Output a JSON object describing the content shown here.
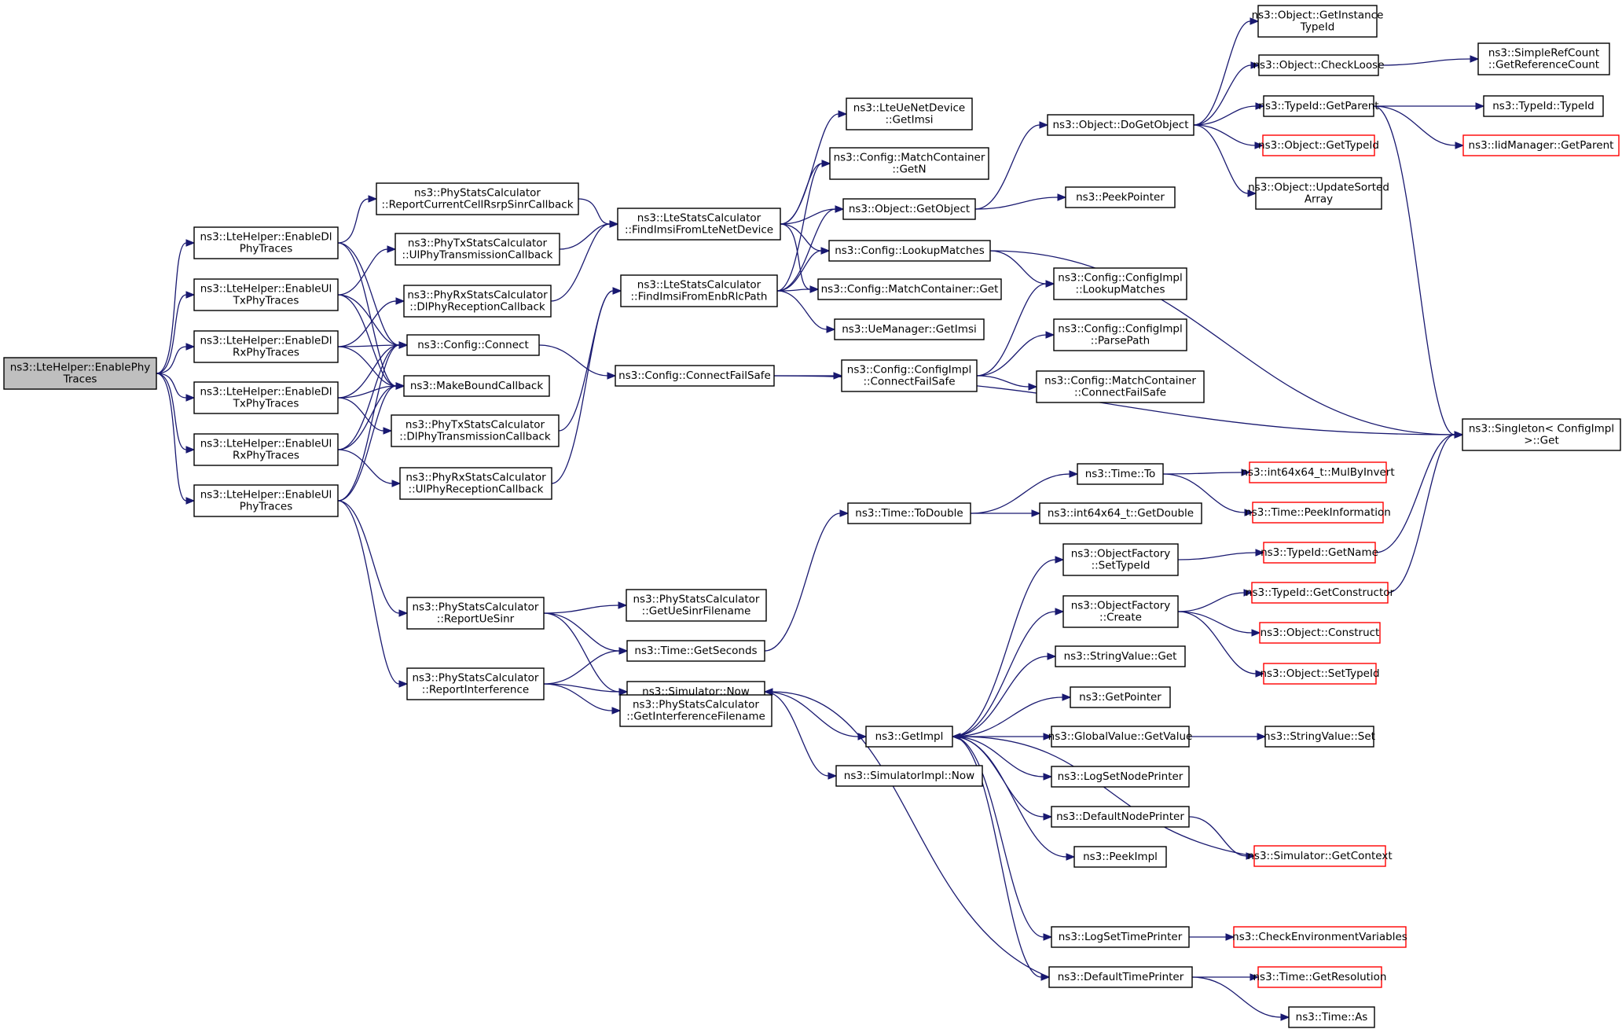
{
  "nodes": {
    "root": {
      "lines": [
        "ns3::LteHelper::EnablePhy",
        "Traces"
      ],
      "color": "gray"
    },
    "enDl": {
      "lines": [
        "ns3::LteHelper::EnableDl",
        "PhyTraces"
      ]
    },
    "enUlTx": {
      "lines": [
        "ns3::LteHelper::EnableUl",
        "TxPhyTraces"
      ]
    },
    "enDlRx": {
      "lines": [
        "ns3::LteHelper::EnableDl",
        "RxPhyTraces"
      ]
    },
    "enDlTx": {
      "lines": [
        "ns3::LteHelper::EnableDl",
        "TxPhyTraces"
      ]
    },
    "enUlRx": {
      "lines": [
        "ns3::LteHelper::EnableUl",
        "RxPhyTraces"
      ]
    },
    "enUl": {
      "lines": [
        "ns3::LteHelper::EnableUl",
        "PhyTraces"
      ]
    },
    "repRsrp": {
      "lines": [
        "ns3::PhyStatsCalculator",
        "::ReportCurrentCellRsrpSinrCallback"
      ]
    },
    "ulPhyTx": {
      "lines": [
        "ns3::PhyTxStatsCalculator",
        "::UlPhyTransmissionCallback"
      ]
    },
    "dlPhyRx": {
      "lines": [
        "ns3::PhyRxStatsCalculator",
        "::DlPhyReceptionCallback"
      ]
    },
    "cfgConnect": {
      "lines": [
        "ns3::Config::Connect"
      ]
    },
    "mkBound": {
      "lines": [
        "ns3::MakeBoundCallback"
      ]
    },
    "dlPhyTx": {
      "lines": [
        "ns3::PhyTxStatsCalculator",
        "::DlPhyTransmissionCallback"
      ]
    },
    "ulPhyRx": {
      "lines": [
        "ns3::PhyRxStatsCalculator",
        "::UlPhyReceptionCallback"
      ]
    },
    "repUeSinr": {
      "lines": [
        "ns3::PhyStatsCalculator",
        "::ReportUeSinr"
      ]
    },
    "repInterf": {
      "lines": [
        "ns3::PhyStatsCalculator",
        "::ReportInterference"
      ]
    },
    "findNetDev": {
      "lines": [
        "ns3::LteStatsCalculator",
        "::FindImsiFromLteNetDevice"
      ]
    },
    "findEnb": {
      "lines": [
        "ns3::LteStatsCalculator",
        "::FindImsiFromEnbRlcPath"
      ]
    },
    "cfgFailSafe": {
      "lines": [
        "ns3::Config::ConnectFailSafe"
      ]
    },
    "getUeSinrFn": {
      "lines": [
        "ns3::PhyStatsCalculator",
        "::GetUeSinrFilename"
      ]
    },
    "getSeconds": {
      "lines": [
        "ns3::Time::GetSeconds"
      ]
    },
    "simNow": {
      "lines": [
        "ns3::Simulator::Now"
      ]
    },
    "getInterfFn": {
      "lines": [
        "ns3::PhyStatsCalculator",
        "::GetInterferenceFilename"
      ]
    },
    "ueGetImsi": {
      "lines": [
        "ns3::LteUeNetDevice",
        "::GetImsi"
      ]
    },
    "mcGetN": {
      "lines": [
        "ns3::Config::MatchContainer",
        "::GetN"
      ]
    },
    "objGetObject": {
      "lines": [
        "ns3::Object::GetObject"
      ]
    },
    "cfgLookup": {
      "lines": [
        "ns3::Config::LookupMatches"
      ]
    },
    "mcGet": {
      "lines": [
        "ns3::Config::MatchContainer::Get"
      ]
    },
    "ueMgrGetImsi": {
      "lines": [
        "ns3::UeManager::GetImsi"
      ]
    },
    "implFailSafe": {
      "lines": [
        "ns3::Config::ConfigImpl",
        "::ConnectFailSafe"
      ]
    },
    "timeToDouble": {
      "lines": [
        "ns3::Time::ToDouble"
      ]
    },
    "getImpl": {
      "lines": [
        "ns3::GetImpl"
      ]
    },
    "simImplNow": {
      "lines": [
        "ns3::SimulatorImpl::Now"
      ]
    },
    "doGetObject": {
      "lines": [
        "ns3::Object::DoGetObject"
      ]
    },
    "peekPointer": {
      "lines": [
        "ns3::PeekPointer"
      ]
    },
    "implLookup": {
      "lines": [
        "ns3::Config::ConfigImpl",
        "::LookupMatches"
      ]
    },
    "implParse": {
      "lines": [
        "ns3::Config::ConfigImpl",
        "::ParsePath"
      ]
    },
    "mcFailSafe": {
      "lines": [
        "ns3::Config::MatchContainer",
        "::ConnectFailSafe"
      ]
    },
    "timeTo": {
      "lines": [
        "ns3::Time::To"
      ]
    },
    "i64GetDouble": {
      "lines": [
        "ns3::int64x64_t::GetDouble"
      ]
    },
    "ofSetTypeId": {
      "lines": [
        "ns3::ObjectFactory",
        "::SetTypeId"
      ]
    },
    "ofCreate": {
      "lines": [
        "ns3::ObjectFactory",
        "::Create"
      ]
    },
    "svGet": {
      "lines": [
        "ns3::StringValue::Get"
      ]
    },
    "getPointer": {
      "lines": [
        "ns3::GetPointer"
      ]
    },
    "gvGetValue": {
      "lines": [
        "ns3::GlobalValue::GetValue"
      ]
    },
    "logSetNode": {
      "lines": [
        "ns3::LogSetNodePrinter"
      ]
    },
    "defNode": {
      "lines": [
        "ns3::DefaultNodePrinter"
      ]
    },
    "peekImpl": {
      "lines": [
        "ns3::PeekImpl"
      ]
    },
    "logSetTime": {
      "lines": [
        "ns3::LogSetTimePrinter"
      ]
    },
    "defTime": {
      "lines": [
        "ns3::DefaultTimePrinter"
      ]
    },
    "objGetInstTid": {
      "lines": [
        "ns3::Object::GetInstance",
        "TypeId"
      ]
    },
    "objCheckLoose": {
      "lines": [
        "ns3::Object::CheckLoose"
      ]
    },
    "tidGetParent": {
      "lines": [
        "ns3::TypeId::GetParent"
      ]
    },
    "objGetTypeId": {
      "lines": [
        "ns3::Object::GetTypeId"
      ],
      "color": "red"
    },
    "objUpdSorted": {
      "lines": [
        "ns3::Object::UpdateSorted",
        "Array"
      ]
    },
    "mulByInvert": {
      "lines": [
        "ns3::int64x64_t::MulByInvert"
      ],
      "color": "red"
    },
    "peekInfo": {
      "lines": [
        "ns3::Time::PeekInformation"
      ],
      "color": "red"
    },
    "tidGetName": {
      "lines": [
        "ns3::TypeId::GetName"
      ],
      "color": "red"
    },
    "tidGetCtor": {
      "lines": [
        "ns3::TypeId::GetConstructor"
      ],
      "color": "red"
    },
    "objConstruct": {
      "lines": [
        "ns3::Object::Construct"
      ],
      "color": "red"
    },
    "objSetTypeId": {
      "lines": [
        "ns3::Object::SetTypeId"
      ],
      "color": "red"
    },
    "svSet": {
      "lines": [
        "ns3::StringValue::Set"
      ]
    },
    "simGetCtx": {
      "lines": [
        "ns3::Simulator::GetContext"
      ],
      "color": "red"
    },
    "checkEnv": {
      "lines": [
        "ns3::CheckEnvironmentVariables"
      ],
      "color": "red"
    },
    "timeGetRes": {
      "lines": [
        "ns3::Time::GetResolution"
      ],
      "color": "red"
    },
    "timeAs": {
      "lines": [
        "ns3::Time::As"
      ]
    },
    "srcGetRef": {
      "lines": [
        "ns3::SimpleRefCount",
        "::GetReferenceCount"
      ]
    },
    "tidTypeId": {
      "lines": [
        "ns3::TypeId::TypeId"
      ]
    },
    "iidGetParent": {
      "lines": [
        "ns3::IidManager::GetParent"
      ],
      "color": "red"
    },
    "singletonGet": {
      "lines": [
        "ns3::Singleton< ConfigImpl",
        " >::Get"
      ]
    }
  },
  "edges": [
    [
      "root",
      "enDl"
    ],
    [
      "root",
      "enUlTx"
    ],
    [
      "root",
      "enDlRx"
    ],
    [
      "root",
      "enDlTx"
    ],
    [
      "root",
      "enUlRx"
    ],
    [
      "root",
      "enUl"
    ],
    [
      "enDl",
      "repRsrp"
    ],
    [
      "enDl",
      "cfgConnect"
    ],
    [
      "enDl",
      "mkBound"
    ],
    [
      "enUlTx",
      "ulPhyTx"
    ],
    [
      "enUlTx",
      "cfgConnect"
    ],
    [
      "enUlTx",
      "mkBound"
    ],
    [
      "enDlRx",
      "dlPhyRx"
    ],
    [
      "enDlRx",
      "cfgConnect"
    ],
    [
      "enDlRx",
      "mkBound"
    ],
    [
      "enDlTx",
      "cfgConnect"
    ],
    [
      "enDlTx",
      "mkBound"
    ],
    [
      "enDlTx",
      "dlPhyTx"
    ],
    [
      "enUlRx",
      "cfgConnect"
    ],
    [
      "enUlRx",
      "mkBound"
    ],
    [
      "enUlRx",
      "ulPhyRx"
    ],
    [
      "enUl",
      "cfgConnect"
    ],
    [
      "enUl",
      "mkBound"
    ],
    [
      "enUl",
      "repUeSinr"
    ],
    [
      "enUl",
      "repInterf"
    ],
    [
      "repRsrp",
      "findNetDev"
    ],
    [
      "ulPhyTx",
      "findNetDev"
    ],
    [
      "dlPhyRx",
      "findNetDev"
    ],
    [
      "dlPhyTx",
      "findEnb"
    ],
    [
      "ulPhyRx",
      "findEnb"
    ],
    [
      "cfgConnect",
      "cfgFailSafe"
    ],
    [
      "repUeSinr",
      "getUeSinrFn"
    ],
    [
      "repUeSinr",
      "getSeconds"
    ],
    [
      "repUeSinr",
      "simNow"
    ],
    [
      "repInterf",
      "getSeconds"
    ],
    [
      "repInterf",
      "simNow"
    ],
    [
      "repInterf",
      "getInterfFn"
    ],
    [
      "findNetDev",
      "ueGetImsi"
    ],
    [
      "findNetDev",
      "mcGetN"
    ],
    [
      "findNetDev",
      "objGetObject"
    ],
    [
      "findNetDev",
      "cfgLookup"
    ],
    [
      "findNetDev",
      "mcGet"
    ],
    [
      "findEnb",
      "mcGetN"
    ],
    [
      "findEnb",
      "objGetObject"
    ],
    [
      "findEnb",
      "cfgLookup"
    ],
    [
      "findEnb",
      "mcGet"
    ],
    [
      "findEnb",
      "ueMgrGetImsi"
    ],
    [
      "cfgFailSafe",
      "implFailSafe"
    ],
    [
      "cfgFailSafe",
      "singletonGet"
    ],
    [
      "getSeconds",
      "timeToDouble"
    ],
    [
      "simNow",
      "getImpl"
    ],
    [
      "simNow",
      "simImplNow"
    ],
    [
      "objGetObject",
      "doGetObject"
    ],
    [
      "objGetObject",
      "peekPointer"
    ],
    [
      "cfgLookup",
      "implLookup"
    ],
    [
      "cfgLookup",
      "singletonGet"
    ],
    [
      "implFailSafe",
      "implLookup"
    ],
    [
      "implFailSafe",
      "implParse"
    ],
    [
      "implFailSafe",
      "mcFailSafe"
    ],
    [
      "timeToDouble",
      "timeTo"
    ],
    [
      "timeToDouble",
      "i64GetDouble"
    ],
    [
      "getImpl",
      "ofSetTypeId"
    ],
    [
      "getImpl",
      "ofCreate"
    ],
    [
      "getImpl",
      "svGet"
    ],
    [
      "getImpl",
      "getPointer"
    ],
    [
      "getImpl",
      "gvGetValue"
    ],
    [
      "getImpl",
      "logSetNode"
    ],
    [
      "getImpl",
      "defNode"
    ],
    [
      "getImpl",
      "peekImpl"
    ],
    [
      "getImpl",
      "logSetTime"
    ],
    [
      "getImpl",
      "defTime"
    ],
    [
      "doGetObject",
      "objGetInstTid"
    ],
    [
      "doGetObject",
      "objCheckLoose"
    ],
    [
      "doGetObject",
      "tidGetParent"
    ],
    [
      "doGetObject",
      "objGetTypeId"
    ],
    [
      "doGetObject",
      "objUpdSorted"
    ],
    [
      "timeTo",
      "mulByInvert"
    ],
    [
      "timeTo",
      "peekInfo"
    ],
    [
      "ofSetTypeId",
      "tidGetName"
    ],
    [
      "ofCreate",
      "tidGetCtor"
    ],
    [
      "ofCreate",
      "objConstruct"
    ],
    [
      "ofCreate",
      "objSetTypeId"
    ],
    [
      "gvGetValue",
      "svSet"
    ],
    [
      "defNode",
      "simGetCtx"
    ],
    [
      "simGetCtx",
      "getImpl"
    ],
    [
      "logSetTime",
      "checkEnv"
    ],
    [
      "defTime",
      "timeGetRes"
    ],
    [
      "defTime",
      "timeAs"
    ],
    [
      "defTime",
      "simNow"
    ],
    [
      "objCheckLoose",
      "srcGetRef"
    ],
    [
      "tidGetParent",
      "tidTypeId"
    ],
    [
      "tidGetParent",
      "iidGetParent"
    ],
    [
      "tidGetParent",
      "singletonGet"
    ],
    [
      "tidGetName",
      "singletonGet"
    ],
    [
      "tidGetCtor",
      "singletonGet"
    ]
  ]
}
